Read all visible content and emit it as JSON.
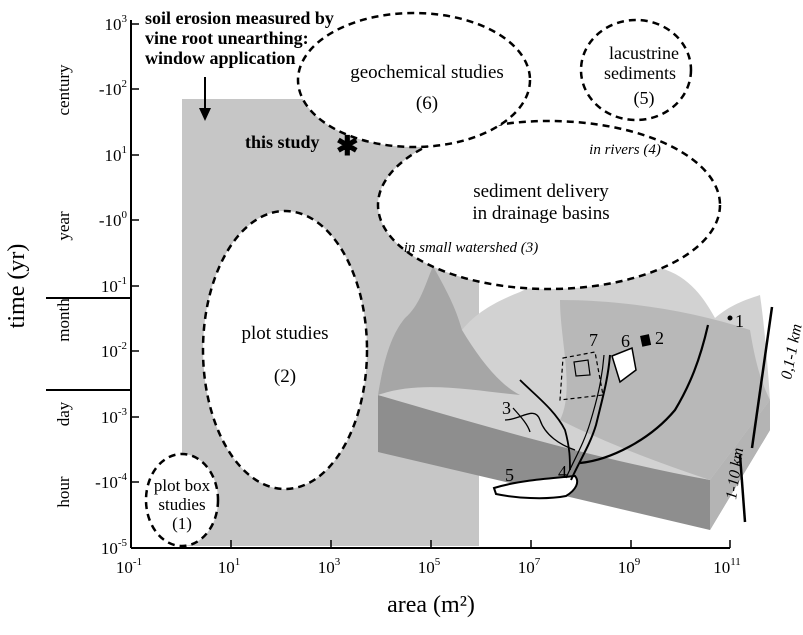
{
  "y_axis": {
    "title": "time (yr)",
    "ticks": [
      {
        "prefix": "",
        "base": "10",
        "exp": "3"
      },
      {
        "prefix": "-",
        "base": "10",
        "exp": "2"
      },
      {
        "prefix": "",
        "base": "10",
        "exp": "1"
      },
      {
        "prefix": "-",
        "base": "10",
        "exp": "0"
      },
      {
        "prefix": "",
        "base": "10",
        "exp": "-1"
      },
      {
        "prefix": "",
        "base": "10",
        "exp": "-2"
      },
      {
        "prefix": "",
        "base": "10",
        "exp": "-3"
      },
      {
        "prefix": "-",
        "base": "10",
        "exp": "-4"
      },
      {
        "prefix": "",
        "base": "10",
        "exp": "-5"
      }
    ],
    "bands": [
      "century",
      "year",
      "month",
      "day",
      "hour"
    ]
  },
  "x_axis": {
    "title": "area (m²)",
    "ticks": [
      {
        "base": "10",
        "exp": "-1"
      },
      {
        "base": "10",
        "exp": "1"
      },
      {
        "base": "10",
        "exp": "3"
      },
      {
        "base": "10",
        "exp": "5"
      },
      {
        "base": "10",
        "exp": "7"
      },
      {
        "base": "10",
        "exp": "9"
      },
      {
        "base": "10",
        "exp": "11"
      }
    ]
  },
  "annotations": {
    "window_line1": "soil erosion measured by",
    "window_line2": "vine root unearthing:",
    "window_line3": "window application",
    "this_study": "this study",
    "star": "✱"
  },
  "regions": {
    "plot_box_l1": "plot box",
    "plot_box_l2": "studies",
    "plot_box_l3": "(1)",
    "plot_l1": "plot studies",
    "plot_l2": "(2)",
    "geo_l1": "geochemical studies",
    "geo_l2": "(6)",
    "lac_l1": "lacustrine",
    "lac_l2": "sediments",
    "lac_l3": "(5)",
    "sed_l1": "sediment delivery",
    "sed_l2": "in drainage basins",
    "rivers": "in rivers (4)",
    "small_ws": "in small watershed (3)"
  },
  "landscape": {
    "labels": [
      "1",
      "2",
      "3",
      "4",
      "5",
      "6",
      "7"
    ],
    "scale_vertical": "0,1-1 km",
    "scale_horizontal": "1-10 km"
  }
}
